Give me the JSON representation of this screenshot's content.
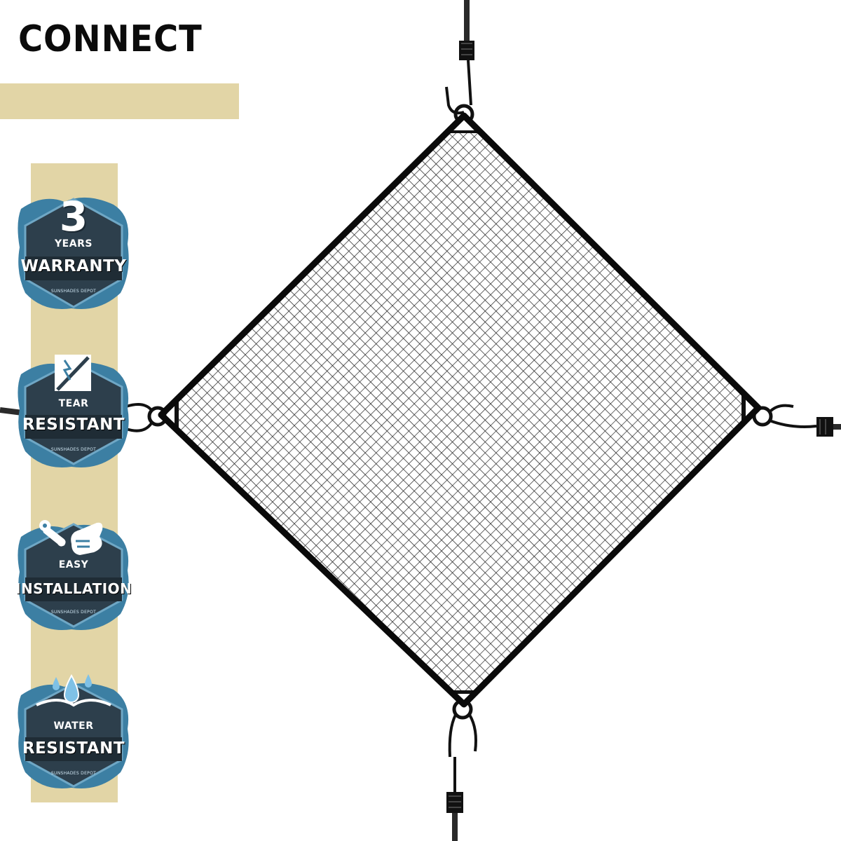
{
  "header": {
    "title": "CONNECT"
  },
  "colors": {
    "accent": "#e2d5a6",
    "badge_blue": "#3c7fa3",
    "badge_dark": "#2d3f4c",
    "ink": "#0b0b0b"
  },
  "badges": [
    {
      "numeral": "3",
      "small": "YEARS",
      "big": "WARRANTY",
      "brand": "SUNSHADES DEPOT",
      "icon": "number-3-icon"
    },
    {
      "small": "TEAR",
      "big": "RESISTANT",
      "brand": "SUNSHADES DEPOT",
      "icon": "torn-fabric-icon"
    },
    {
      "small": "EASY",
      "big": "INSTALLATION",
      "brand": "SUNSHADES DEPOT",
      "icon": "wrench-hand-icon"
    },
    {
      "small": "WATER",
      "big": "RESISTANT",
      "brand": "SUNSHADES DEPOT",
      "icon": "water-drops-icon"
    }
  ]
}
